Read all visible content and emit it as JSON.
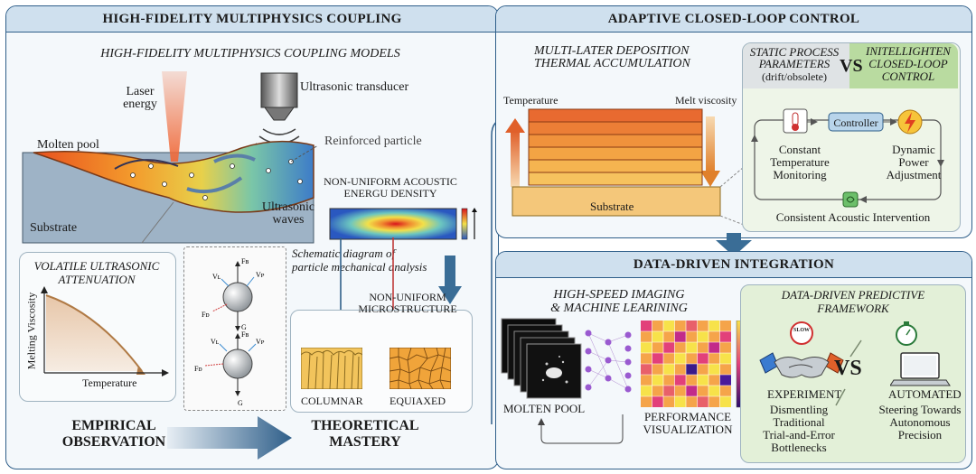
{
  "left_panel": {
    "title": "HIGH-FIDELITY MULTIPHYSICS COUPLING",
    "subtitle": "HIGH-FIDELITY MULTIPHYSICS COUPLING MODELS",
    "laser_label": "Laser\nenergy",
    "transducer_label": "Ultrasonic transducer",
    "molten_pool_label": "Molten pool",
    "reinforced_label": "Reinforced particle",
    "substrate_label": "Substrate",
    "waves_label": "Ultrasonic\nwaves",
    "nonuniform_title": "NON-UNIFORM ACOUSTIC\nENERGU DENSITY",
    "schematic_label": "Schematic diagram of\nparticle mechanical analysis",
    "attenuation_title": "VOLATILE ULTRASONIC\nATTENUATION",
    "attenuation_ylabel": "Melting Viscosity",
    "attenuation_xlabel": "Temperature",
    "force_labels": {
      "fb": "Fʙ",
      "vl": "Vʟ",
      "vp": "Vᴘ",
      "fd": "Fᴅ",
      "g": "G"
    },
    "microstructure_title": "NON-UNIFORM\nMICROSTRUCTURE",
    "columnar_label": "COLUMNAR",
    "equiaxed_label": "EQUIAXED",
    "empirical_label": "EMPIRICAL\nOBSERVATION",
    "theoretical_label": "THEORETICAL\nMASTERY"
  },
  "top_right_panel": {
    "title": "ADAPTIVE CLOSED-LOOP CONTROL",
    "deposition_title": "MULTI-LATER DEPOSITION\nTHERMAL ACCUMULATION",
    "temperature_label": "Temperature",
    "melt_viscosity_label": "Melt viscosity",
    "substrate_label": "Substrate",
    "static_title": "STATIC PROCESS\nPARAMETERS",
    "static_sub": "(drift/obsolete)",
    "vs_label": "VS",
    "closed_loop_title": "INITELLIGHTEN\nCLOSED-LOOP\nCONTROL",
    "controller_label": "Controller",
    "monitoring_label": "Constant\nTemperature\nMonitoring",
    "power_label": "Dynamic\nPower\nAdjustment",
    "acoustic_label": "Consistent Acoustic Intervention"
  },
  "bottom_right_panel": {
    "title": "DATA-DRIVEN INTEGRATION",
    "imaging_title": "HIGH-SPEED IMAGING\n& MACHINE LEARINING",
    "molten_pool_label": "MOLTEN POOL",
    "performance_label": "PERFORMANCE\nVISUALIZATION",
    "framework_title": "DATA-DRIVEN PREDICTIVE\nFRAMEWORK",
    "slow_label": "SLOW",
    "vs_label": "VS",
    "experiment_label": "EXPERIMENT",
    "experiment_desc": "Dismentling\nTraditional\nTrial-and-Error\nBottlenecks",
    "automated_label": "AUTOMATED",
    "automated_desc": "Steering Towards\nAutonomous\nPrecision"
  },
  "colors": {
    "border": "#2f5f8a",
    "title_bg": "#cfe0ee",
    "panel_bg": "#f4f8fb",
    "green_bg": "#e3f0d8",
    "arrow": "#3a6d96"
  }
}
